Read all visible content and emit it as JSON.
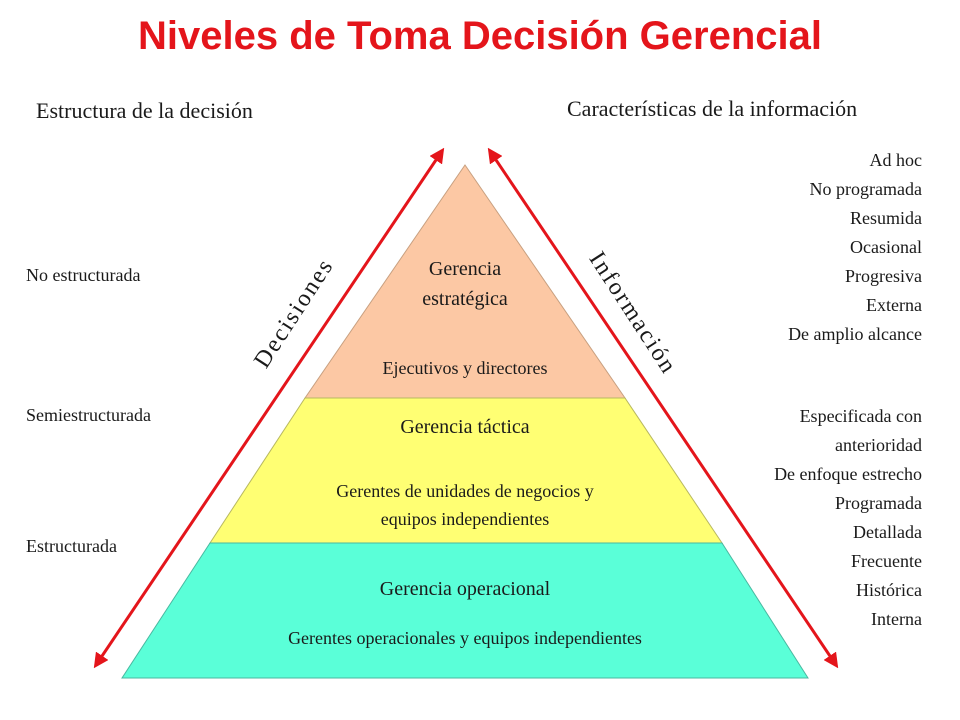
{
  "title": "Niveles de Toma Decisión Gerencial",
  "left_heading": "Estructura de la decisión",
  "right_heading": "Características de la información",
  "left_labels": {
    "top": "No estructurada",
    "middle": "Semiestructurada",
    "bottom": "Estructurada"
  },
  "arrows": {
    "left": "Decisiones",
    "right": "Información"
  },
  "levels": {
    "strategic": {
      "title_line1": "Gerencia",
      "title_line2": "estratégica",
      "subtitle": "Ejecutivos y directores",
      "color": "#fcc8a4"
    },
    "tactical": {
      "title": "Gerencia táctica",
      "subtitle_line1": "Gerentes de unidades de negocios y",
      "subtitle_line2": "equipos independientes",
      "color": "#ffff73"
    },
    "operational": {
      "title": "Gerencia operacional",
      "subtitle": "Gerentes operacionales y equipos independientes",
      "color": "#5affd8"
    }
  },
  "info_top": [
    "Ad hoc",
    "No programada",
    "Resumida",
    "Ocasional",
    "Progresiva",
    "Externa",
    "De amplio alcance"
  ],
  "info_bottom": [
    "Especificada con",
    "anterioridad",
    "De enfoque estrecho",
    "Programada",
    "Detallada",
    "Frecuente",
    "Histórica",
    "Interna"
  ],
  "arrow_color": "#e4151b"
}
